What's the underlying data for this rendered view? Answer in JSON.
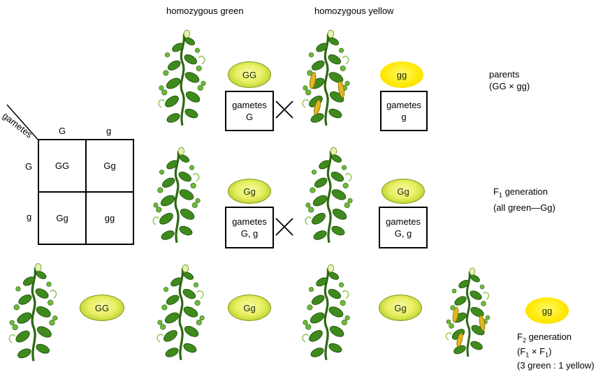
{
  "headers": {
    "left": "homozygous green",
    "right": "homozygous yellow"
  },
  "parents": {
    "green_seed": "GG",
    "yellow_seed": "gg",
    "green_gametes": [
      "gametes",
      "G"
    ],
    "yellow_gametes": [
      "gametes",
      "g"
    ],
    "label_line1": "parents",
    "label_line2": "(GG × gg)"
  },
  "f1": {
    "left_seed": "Gg",
    "right_seed": "Gg",
    "left_gametes": [
      "gametes",
      "G, g"
    ],
    "right_gametes": [
      "gametes",
      "G, g"
    ],
    "label_prefix": "F",
    "label_sub": "1",
    "label_suffix": " generation",
    "label_line2": "(all green—Gg)"
  },
  "f2": {
    "seeds": [
      "GG",
      "Gg",
      "Gg",
      "gg"
    ],
    "label_prefix": "F",
    "label_sub": "2",
    "label_suffix": " generation",
    "cross_f": "F",
    "cross_sub": "1",
    "cross_x": " × ",
    "ratio": "(3 green : 1 yellow)"
  },
  "punnett": {
    "gametes_label": "gametes",
    "top": [
      "G",
      "g"
    ],
    "left": [
      "G",
      "g"
    ],
    "cells": [
      [
        "GG",
        "Gg"
      ],
      [
        "Gg",
        "gg"
      ]
    ]
  },
  "colors": {
    "green_seed": "#e8ef62",
    "yellow_seed": "#ffe800",
    "leaf": "#3f8a1c",
    "pod_yellow": "#e0b820"
  },
  "icons": [
    "pea-plant-icon",
    "cross-icon"
  ]
}
